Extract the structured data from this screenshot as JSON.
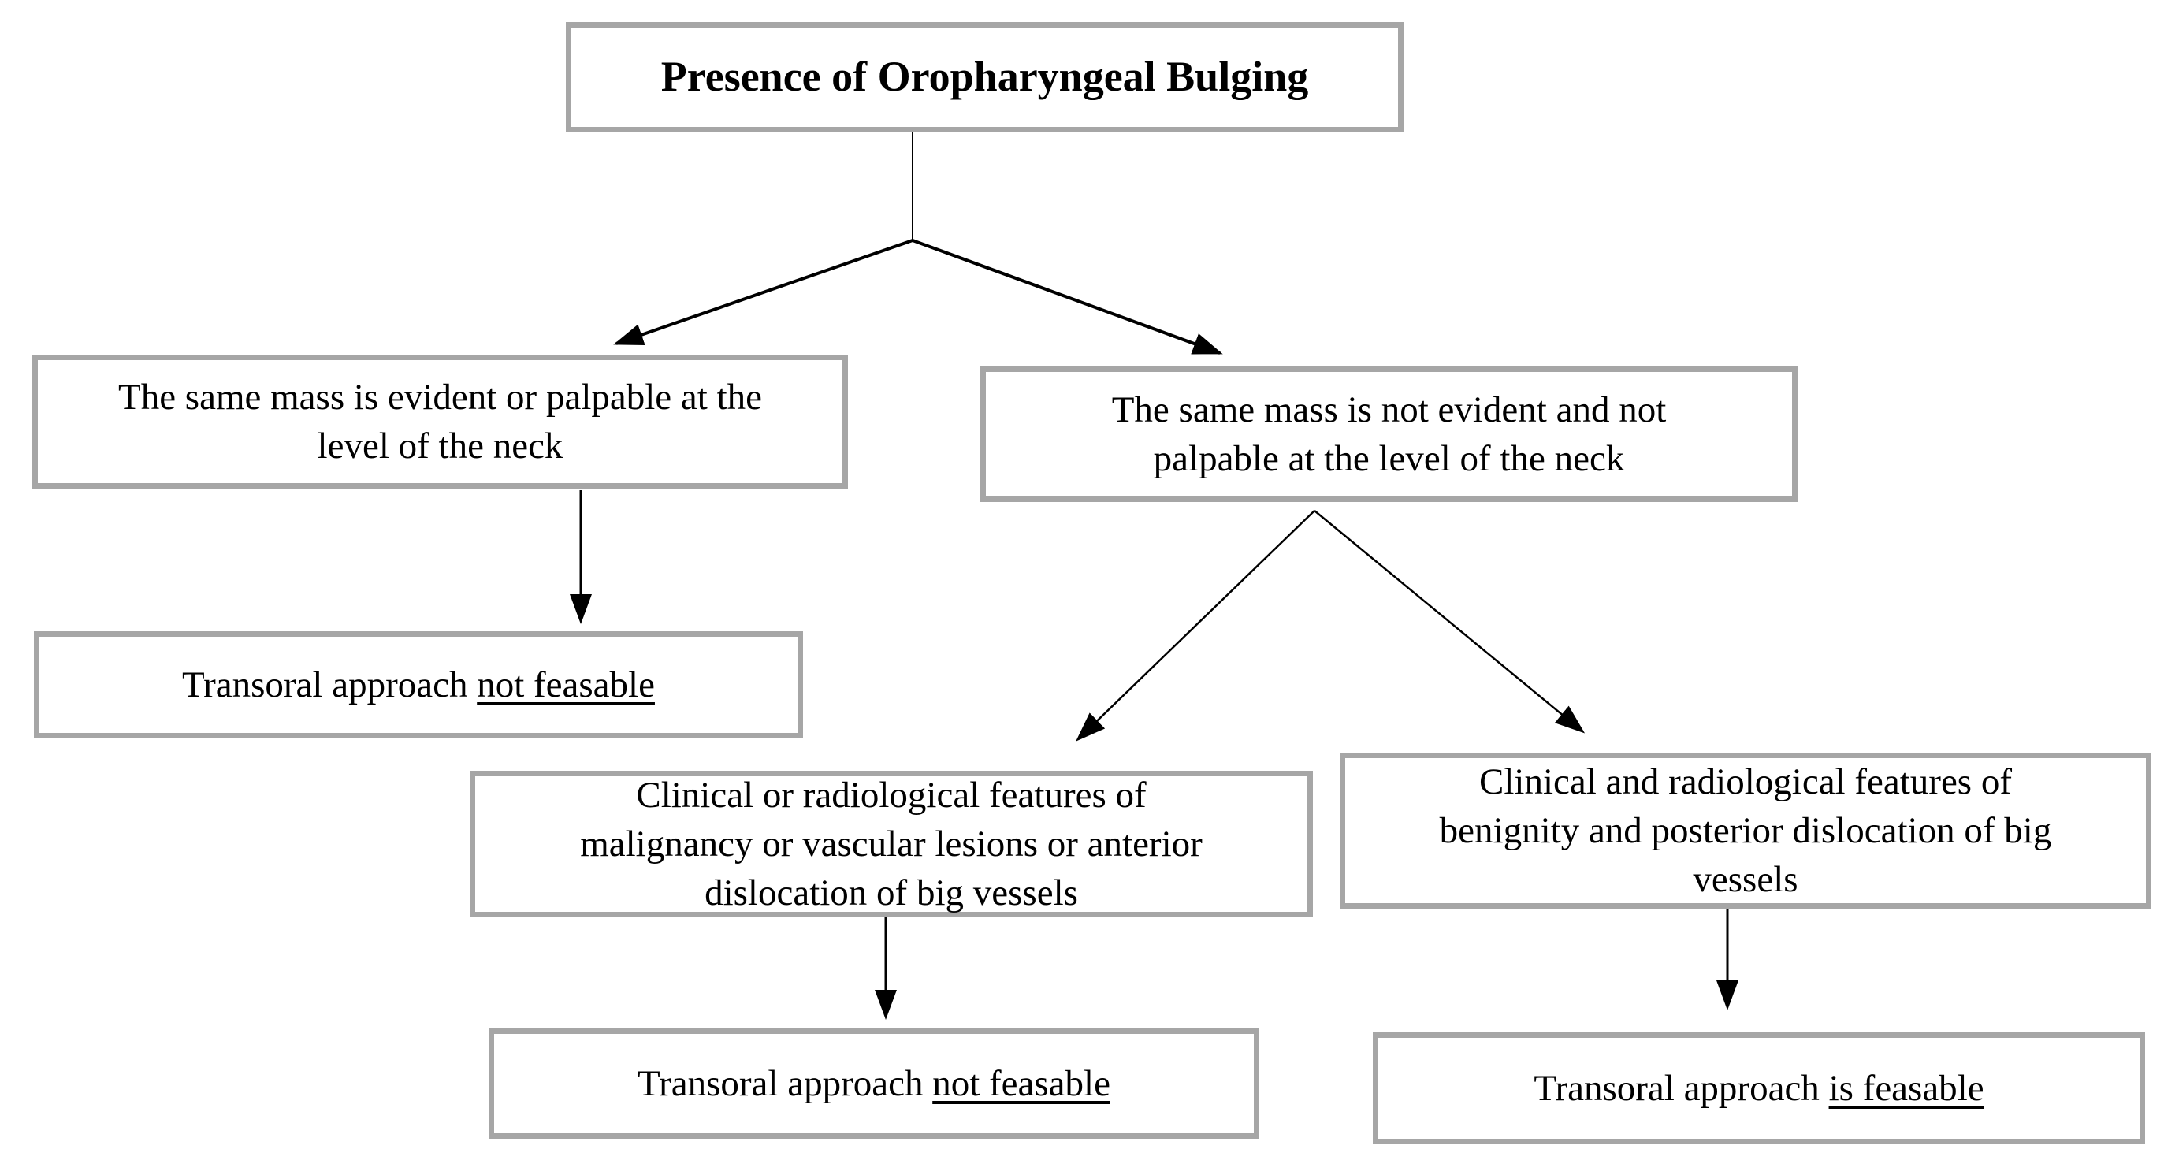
{
  "diagram": {
    "title": "Presence of Oropharyngeal Bulging",
    "colors": {
      "background": "#ffffff",
      "box_fill": "#ffffff",
      "box_border": "#a6a6a6",
      "text": "#000000",
      "arrow": "#000000"
    },
    "nodes": {
      "root": {
        "label": "Presence of Oropharyngeal Bulging"
      },
      "mass_evident": {
        "label": [
          "The same mass is evident or palpable at the",
          "level of the neck"
        ]
      },
      "mass_not_evident": {
        "label": [
          "The same mass is  not evident and not",
          "palpable at the level of the neck"
        ]
      },
      "outcome_left": {
        "prefix": "Transoral approach ",
        "underlined": "not feasable"
      },
      "malignancy_features": {
        "label": [
          "Clinical or radiological features of",
          "malignancy or vascular lesions or anterior",
          "dislocation of big vessels"
        ]
      },
      "benignity_features": {
        "label": [
          "Clinical and radiological features of",
          "benignity and posterior dislocation of big",
          "vessels"
        ]
      },
      "outcome_middle": {
        "prefix": "Transoral approach ",
        "underlined": "not feasable"
      },
      "outcome_right": {
        "prefix": "Transoral approach ",
        "underlined": "is feasable"
      }
    }
  }
}
